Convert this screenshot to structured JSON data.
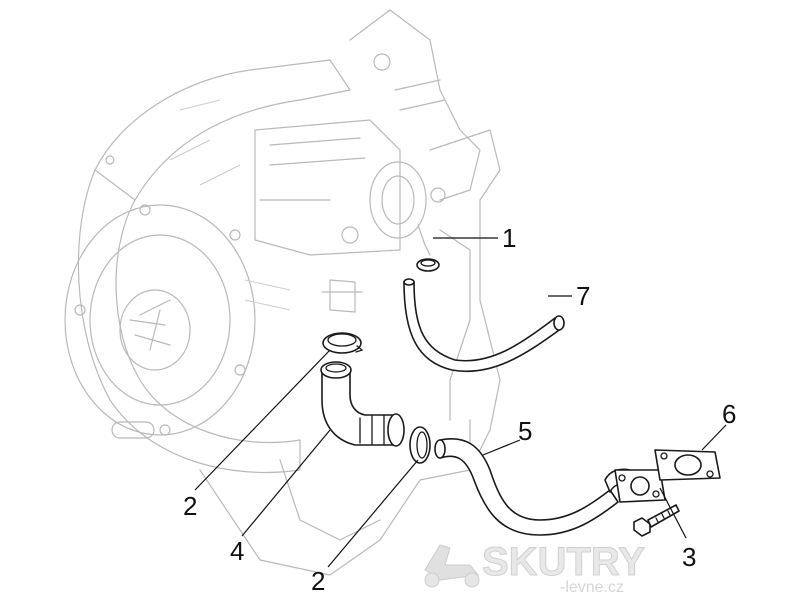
{
  "callouts": [
    {
      "label": "1"
    },
    {
      "label": "7"
    },
    {
      "label": "5"
    },
    {
      "label": "6"
    },
    {
      "label": "2"
    },
    {
      "label": "4"
    },
    {
      "label": "2"
    },
    {
      "label": "3"
    }
  ],
  "watermark": {
    "brand": "SKUTRY",
    "domain": "-levne.cz"
  }
}
